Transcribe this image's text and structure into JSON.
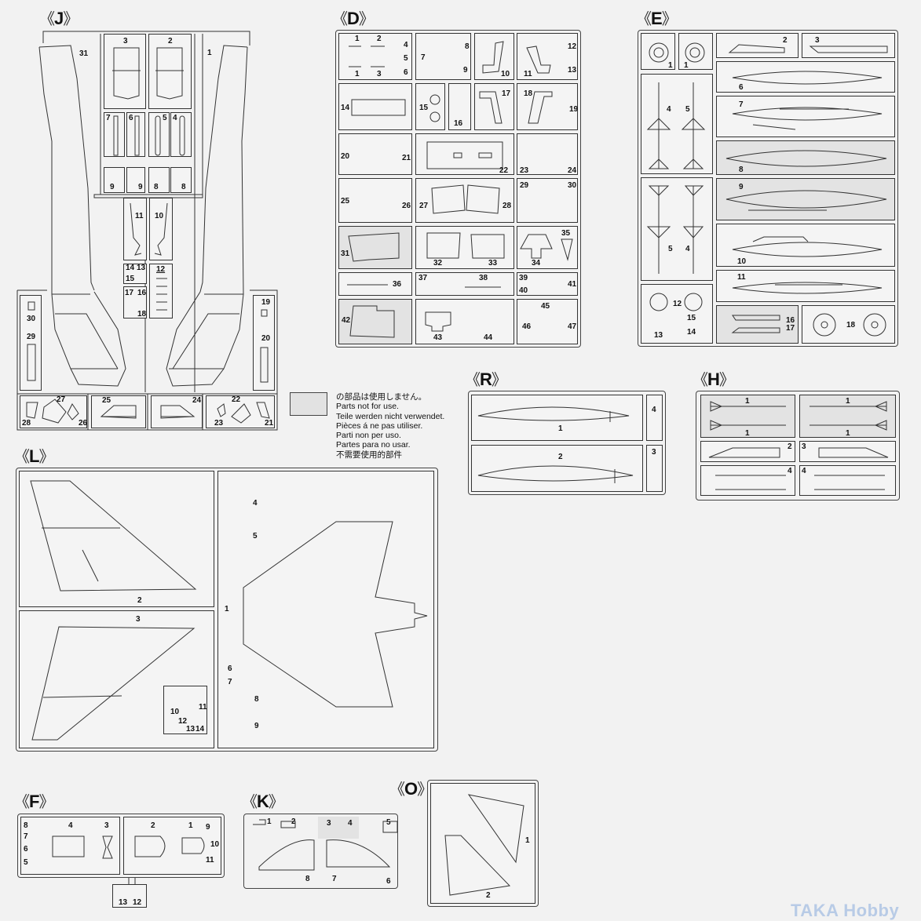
{
  "sprues": {
    "J": {
      "label": "J",
      "parts": [
        "31",
        "3",
        "2",
        "1",
        "7",
        "6",
        "5",
        "4",
        "9",
        "9",
        "8",
        "8",
        "11",
        "10",
        "14",
        "13",
        "15",
        "12",
        "17",
        "16",
        "18",
        "30",
        "29",
        "19",
        "20",
        "28",
        "27",
        "26",
        "25",
        "24",
        "22",
        "23",
        "21"
      ]
    },
    "D": {
      "label": "D",
      "parts": [
        "1",
        "2",
        "4",
        "5",
        "1",
        "3",
        "6",
        "7",
        "8",
        "9",
        "10",
        "11",
        "12",
        "13",
        "14",
        "15",
        "16",
        "17",
        "18",
        "19",
        "20",
        "21",
        "22",
        "23",
        "24",
        "25",
        "26",
        "27",
        "28",
        "29",
        "30",
        "31",
        "32",
        "33",
        "34",
        "35",
        "36",
        "37",
        "38",
        "39",
        "40",
        "41",
        "42",
        "43",
        "44",
        "45",
        "46",
        "47"
      ]
    },
    "E": {
      "label": "E",
      "parts": [
        "1",
        "1",
        "2",
        "3",
        "4",
        "5",
        "6",
        "7",
        "8",
        "9",
        "5",
        "4",
        "10",
        "11",
        "12",
        "13",
        "15",
        "14",
        "16",
        "17",
        "18"
      ]
    },
    "R": {
      "label": "R",
      "parts": [
        "1",
        "2",
        "3",
        "4"
      ]
    },
    "H": {
      "label": "H",
      "parts": [
        "1",
        "1",
        "1",
        "1",
        "2",
        "3",
        "4",
        "4"
      ]
    },
    "L": {
      "label": "L",
      "parts": [
        "1",
        "2",
        "3",
        "4",
        "5",
        "6",
        "7",
        "8",
        "9",
        "10",
        "11",
        "12",
        "13",
        "14"
      ]
    },
    "F": {
      "label": "F",
      "parts": [
        "8",
        "7",
        "6",
        "5",
        "4",
        "3",
        "2",
        "1",
        "9",
        "10",
        "11",
        "13",
        "12"
      ]
    },
    "K": {
      "label": "K",
      "parts": [
        "1",
        "2",
        "3",
        "4",
        "5",
        "6",
        "7",
        "8"
      ]
    },
    "O": {
      "label": "O",
      "parts": [
        "1",
        "2"
      ]
    }
  },
  "legend": {
    "lines": [
      "の部品は使用しません。",
      "Parts not for use.",
      "Teile werden nicht verwendet.",
      "Pièces á ne pas utiliser.",
      "Parti non per uso.",
      "Partes para no usar.",
      "不需要使用的部件"
    ],
    "swatch_color": "#e2e2e2"
  },
  "watermark": "TAKA Hobby",
  "colors": {
    "line": "#333333",
    "shade": "#e3e3e3",
    "background": "#f2f2f2",
    "watermark": "#b8cbe6"
  }
}
